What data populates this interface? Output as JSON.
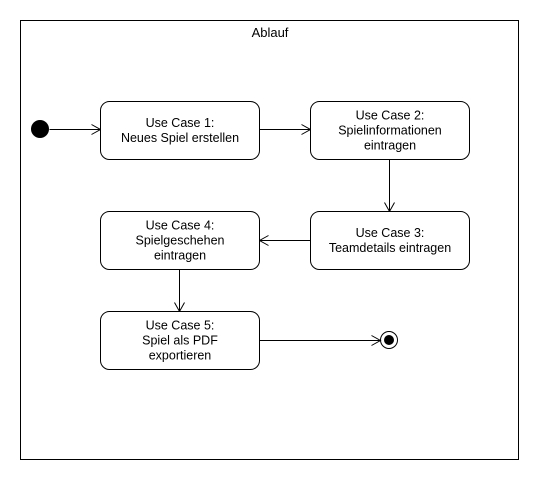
{
  "diagram": {
    "frame_title": "Ablauf",
    "nodes": [
      {
        "id": "uc1",
        "lines": [
          "Use Case 1:",
          "Neues Spiel erstellen"
        ]
      },
      {
        "id": "uc2",
        "lines": [
          "Use Case 2:",
          "Spielinformationen",
          "eintragen"
        ]
      },
      {
        "id": "uc3",
        "lines": [
          "Use Case 3:",
          "Teamdetails eintragen"
        ]
      },
      {
        "id": "uc4",
        "lines": [
          "Use Case 4:",
          "Spielgeschehen",
          "eintragen"
        ]
      },
      {
        "id": "uc5",
        "lines": [
          "Use Case 5:",
          "Spiel als PDF",
          "exportieren"
        ]
      }
    ],
    "edges": [
      {
        "from": "start",
        "to": "uc1"
      },
      {
        "from": "uc1",
        "to": "uc2"
      },
      {
        "from": "uc2",
        "to": "uc3"
      },
      {
        "from": "uc3",
        "to": "uc4"
      },
      {
        "from": "uc4",
        "to": "uc5"
      },
      {
        "from": "uc5",
        "to": "end"
      }
    ]
  }
}
